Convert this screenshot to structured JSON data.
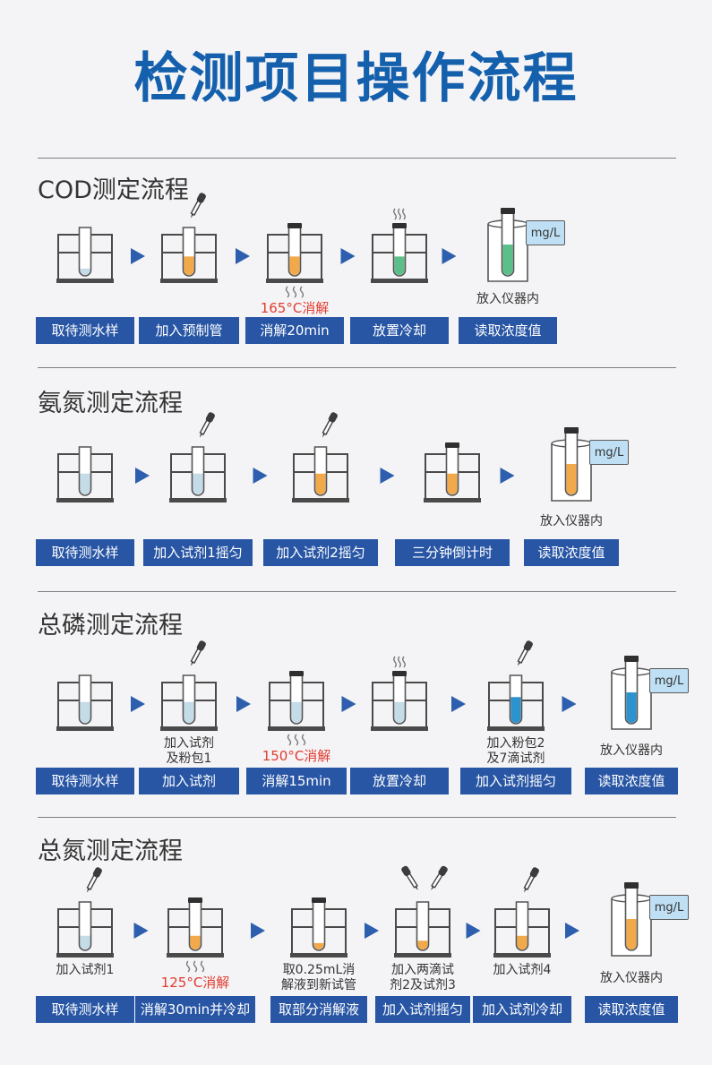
{
  "title": "检测项目操作流程",
  "unit_label": "mg/L",
  "colors": {
    "title": "#1560ad",
    "label_bg": "#2856a5",
    "arrow": "#2d5fae",
    "red_text": "#e23b30",
    "liquids": {
      "clear": "#c4dbe8",
      "orange": "#f2a94a",
      "green": "#5cbf8a",
      "blue": "#2d93cf"
    }
  },
  "sections": [
    {
      "title": "COD测定流程",
      "steps": [
        {
          "label": "取待测水样",
          "tube": "open",
          "liquid": "clear",
          "level": 0.15
        },
        {
          "label": "加入预制管",
          "tube": "open",
          "liquid": "orange",
          "level": 0.4,
          "dropper": true
        },
        {
          "label": "消解20min",
          "tube": "capped",
          "liquid": "orange",
          "level": 0.4,
          "heat": true,
          "caption": "165°C消解",
          "caption_red": true
        },
        {
          "label": "放置冷却",
          "tube": "capped",
          "liquid": "green",
          "level": 0.4,
          "steam": true
        },
        {
          "label": "读取浓度值",
          "tube": "instrument",
          "liquid": "green",
          "level": 0.5,
          "caption": "放入仪器内"
        }
      ]
    },
    {
      "title": "氨氮测定流程",
      "steps": [
        {
          "label": "取待测水样",
          "tube": "open",
          "liquid": "clear",
          "level": 0.45
        },
        {
          "label": "加入试剂1摇匀",
          "tube": "open",
          "liquid": "clear",
          "level": 0.45,
          "dropper": true
        },
        {
          "label": "加入试剂2摇匀",
          "tube": "open",
          "liquid": "orange",
          "level": 0.45,
          "dropper": true
        },
        {
          "label": "三分钟倒计时",
          "tube": "capped",
          "liquid": "orange",
          "level": 0.45
        },
        {
          "label": "读取浓度值",
          "tube": "instrument",
          "liquid": "orange",
          "level": 0.5,
          "caption": "放入仪器内"
        }
      ]
    },
    {
      "title": "总磷测定流程",
      "steps": [
        {
          "label": "取待测水样",
          "tube": "open",
          "liquid": "clear",
          "level": 0.45
        },
        {
          "label": "加入试剂",
          "tube": "open",
          "liquid": "clear",
          "level": 0.45,
          "dropper": true,
          "caption": "加入试剂\n及粉包1"
        },
        {
          "label": "消解15min",
          "tube": "capped",
          "liquid": "clear",
          "level": 0.45,
          "heat": true,
          "caption": "150°C消解",
          "caption_red": true
        },
        {
          "label": "放置冷却",
          "tube": "capped",
          "liquid": "clear",
          "level": 0.45,
          "steam": true
        },
        {
          "label": "加入试剂摇匀",
          "tube": "open",
          "liquid": "blue",
          "level": 0.55,
          "dropper": true,
          "caption": "加入粉包2\n及7滴试剂"
        },
        {
          "label": "读取浓度值",
          "tube": "instrument",
          "liquid": "blue",
          "level": 0.5,
          "caption": "放入仪器内"
        }
      ]
    },
    {
      "title": "总氮测定流程",
      "steps": [
        {
          "label": "取待测水样",
          "tube": "open",
          "liquid": "clear",
          "level": 0.3,
          "dropper": true,
          "caption": "加入试剂1"
        },
        {
          "label": "消解30min并冷却",
          "tube": "capped",
          "liquid": "orange",
          "level": 0.3,
          "heat": true,
          "caption": "125°C消解",
          "caption_red": true
        },
        {
          "label": "取部分消解液",
          "tube": "capped",
          "liquid": "orange",
          "level": 0.15,
          "caption": "取0.25mL消\n解液到新试管"
        },
        {
          "label": "加入试剂摇匀",
          "tube": "open",
          "liquid": "orange",
          "level": 0.2,
          "dropper2": true,
          "caption": "加入两滴试\n剂2及试剂3"
        },
        {
          "label": "加入试剂冷却",
          "tube": "open",
          "liquid": "orange",
          "level": 0.3,
          "dropper": true,
          "caption": "加入试剂4"
        },
        {
          "label": "读取浓度值",
          "tube": "instrument",
          "liquid": "orange",
          "level": 0.5,
          "caption": "放入仪器内"
        }
      ]
    }
  ]
}
